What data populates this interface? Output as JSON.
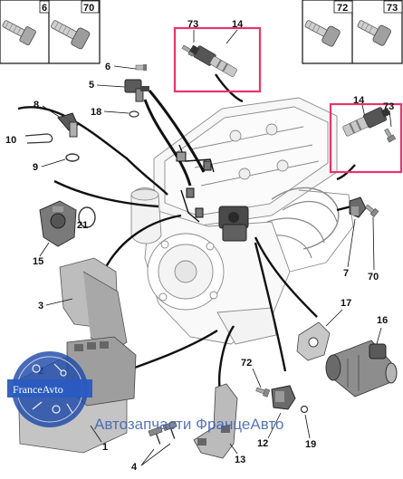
{
  "callouts": {
    "c6": "6",
    "c70": "70",
    "c72": "72",
    "c73": "73",
    "c73_top": "73",
    "c14_top": "14",
    "c14_right": "14",
    "c73_right": "73",
    "c6_mid": "6",
    "c5": "5",
    "c18": "18",
    "c8": "8",
    "c10": "10",
    "c9": "9",
    "c15": "15",
    "c21": "21",
    "c3": "3",
    "c2": "2",
    "c7": "7",
    "c70_right": "70",
    "c17": "17",
    "c16": "16",
    "c72_low": "72",
    "c1": "1",
    "c4": "4",
    "c13": "13",
    "c12": "12",
    "c19": "19"
  },
  "watermark": {
    "badge_text": "FranceAvto",
    "site_text": "Автозапчасти ФранцеАвто"
  },
  "colors": {
    "highlight": "#e8356a",
    "line": "#111111",
    "part_gray": "#b5b5b5",
    "engine_stroke": "#8a8a8a",
    "watermark_blue": "#3a5fb0",
    "badge_blue": "#1f4aa8"
  }
}
